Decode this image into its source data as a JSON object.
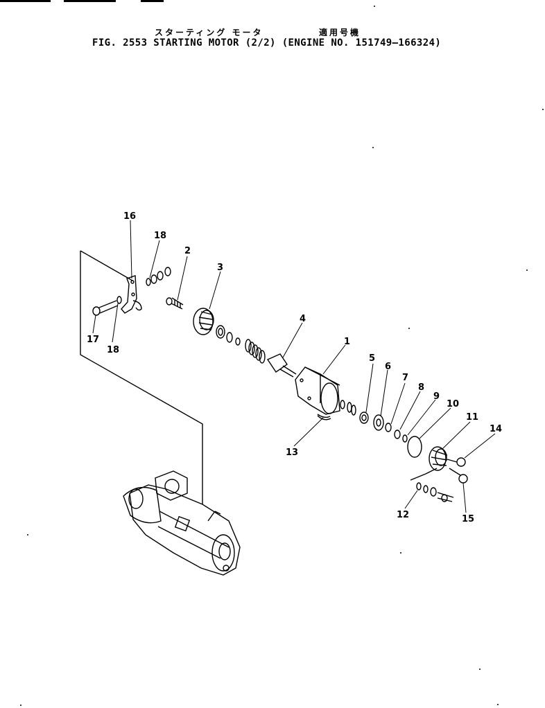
{
  "header": {
    "title_jp_name": "スターティング モータ",
    "title_jp_applies": "適用号機",
    "title_main": "FIG. 2553  STARTING MOTOR (2/2) (ENGINE NO. 151749–166324)"
  },
  "callouts": [
    "1",
    "2",
    "3",
    "4",
    "5",
    "6",
    "7",
    "8",
    "9",
    "10",
    "11",
    "12",
    "13",
    "14",
    "15",
    "16",
    "17",
    "18",
    "18"
  ]
}
